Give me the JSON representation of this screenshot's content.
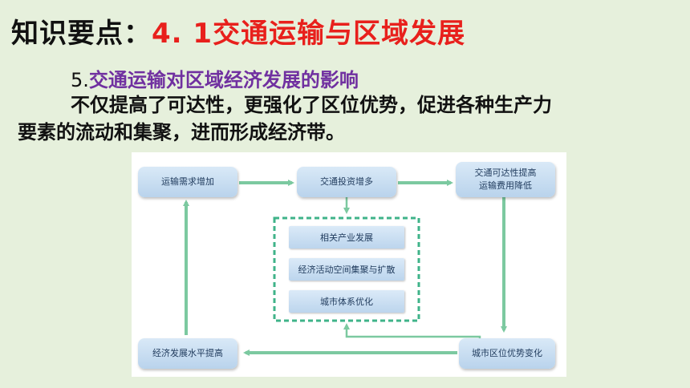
{
  "title": {
    "prefix": "知识要点：",
    "topic": "4. 1交通运输与区域发展"
  },
  "section": {
    "number": "5.",
    "heading": "交通运输对区域经济发展的影响"
  },
  "paragraph": {
    "line1": "不仅提高了可达性，更强化了区位优势，促进各种生产力",
    "line2": "要素的流动和集聚，进而形成经济带。"
  },
  "diagram": {
    "nodes": {
      "demand": "运输需求增加",
      "investment": "交通投资增多",
      "accessibility_line1": "交通可达性提高",
      "accessibility_line2": "运输费用降低",
      "location": "城市区位优势变化",
      "economy": "经济发展水平提高"
    },
    "center": [
      "相关产业发展",
      "经济活动空间集聚与扩散",
      "城市体系优化"
    ]
  },
  "colors": {
    "title_topic": "#e8201c",
    "heading": "#7030a0",
    "arrow": "#7cc9a0",
    "background": "#e6f0dc"
  }
}
